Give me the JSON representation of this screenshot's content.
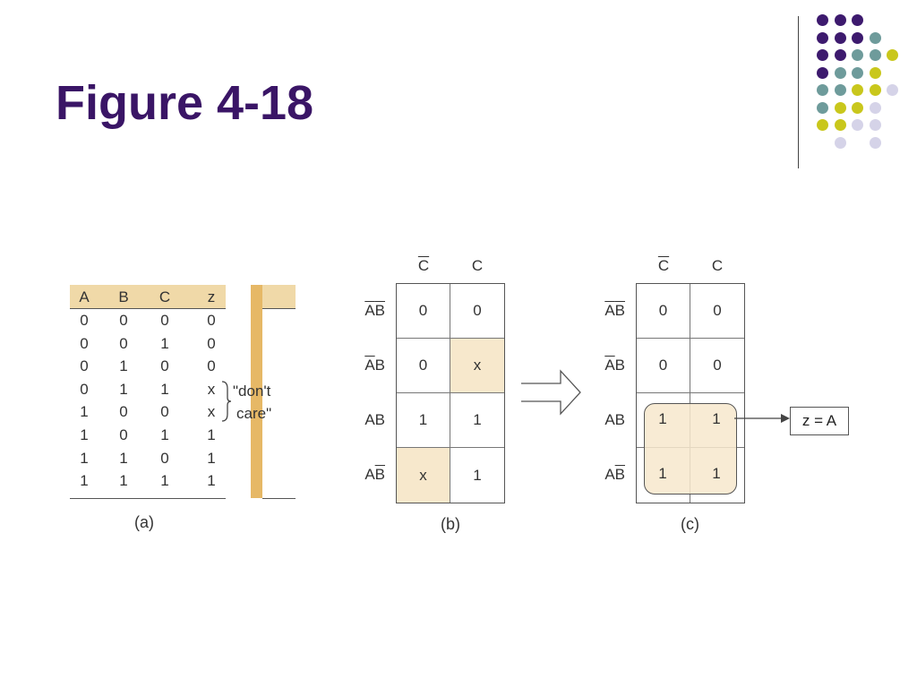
{
  "title": "Figure 4-18",
  "colors": {
    "title": "#3a1566",
    "dot_purple": "#3d1a6e",
    "dot_teal": "#6e9b9b",
    "dot_yellow": "#c9c71c",
    "dot_lavender": "#d5d3e8",
    "table_header": "#f0d9a8",
    "table_separator": "#e6b866",
    "kmap_highlight": "#f7e8cc"
  },
  "decor_dot_colors": [
    "purple",
    "teal",
    "yellow",
    "lavender"
  ],
  "truth_table": {
    "headers": [
      "A",
      "B",
      "C",
      "z"
    ],
    "rows": [
      [
        "0",
        "0",
        "0",
        "0"
      ],
      [
        "0",
        "0",
        "1",
        "0"
      ],
      [
        "0",
        "1",
        "0",
        "0"
      ],
      [
        "0",
        "1",
        "1",
        "x"
      ],
      [
        "1",
        "0",
        "0",
        "x"
      ],
      [
        "1",
        "0",
        "1",
        "1"
      ],
      [
        "1",
        "1",
        "0",
        "1"
      ],
      [
        "1",
        "1",
        "1",
        "1"
      ]
    ],
    "dont_care_line1": "\"don't",
    "dont_care_line2": "care\"",
    "caption": "(a)"
  },
  "kmap_b": {
    "col_labels": [
      "C",
      "C"
    ],
    "col_overline": [
      true,
      false
    ],
    "row_labels": [
      "AB",
      "AB",
      "AB",
      "AB"
    ],
    "cells": [
      [
        "0",
        "0"
      ],
      [
        "0",
        "x"
      ],
      [
        "1",
        "1"
      ],
      [
        "x",
        "1"
      ]
    ],
    "highlight": [
      [
        false,
        false
      ],
      [
        false,
        true
      ],
      [
        false,
        false
      ],
      [
        true,
        false
      ]
    ],
    "caption": "(b)"
  },
  "kmap_c": {
    "col_labels": [
      "C",
      "C"
    ],
    "row_labels": [
      "AB",
      "AB",
      "AB",
      "AB"
    ],
    "cells": [
      [
        "0",
        "0"
      ],
      [
        "0",
        "0"
      ],
      [
        "1",
        "1"
      ],
      [
        "1",
        "1"
      ]
    ],
    "result": "z = A",
    "caption": "(c)"
  }
}
